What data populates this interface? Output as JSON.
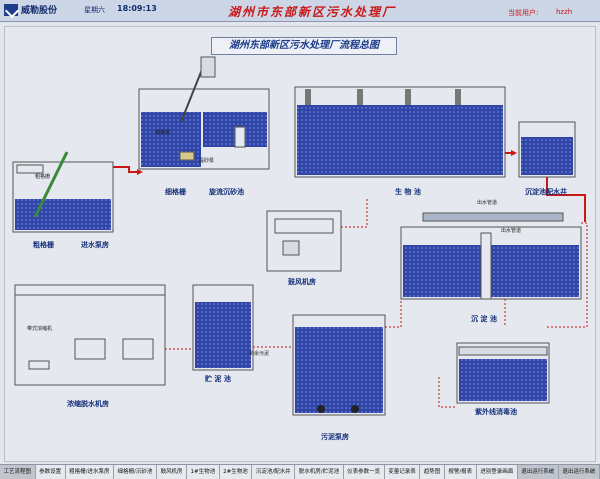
{
  "header": {
    "company": "威勒股份",
    "weekday": "星期六",
    "time": "18:09:13",
    "title": "湖州市东部新区污水处理厂",
    "user_label": "当前用户:",
    "user_name": "hzzh"
  },
  "main": {
    "subtitle": "湖州东部新区污水处理厂流程总图",
    "units": {
      "coarse_screen": "粗格栅",
      "inlet_pump": "进水泵房",
      "fine_screen": "细格栅",
      "grit_chamber": "旋流沉砂池",
      "bio_tank": "生 物 池",
      "clarifier_well": "沉淀池配水井",
      "blower_room": "鼓风机房",
      "clarifier": "沉 淀 池",
      "dewatering": "浓缩脱水机房",
      "sludge_tank": "贮 泥 池",
      "sludge_pump": "污泥泵房",
      "uv": "紫外线消毒池"
    },
    "small_labels": {
      "coarse_grid": "粗格栅",
      "fine_grid": "细格栅",
      "grit_pump": "提砂泵",
      "outlet_channel_1": "出水管道",
      "outlet_channel_2": "出水管道",
      "return_sludge": "剩余污泥",
      "dewater_machine": "带式浓缩机"
    }
  },
  "nav": [
    "工艺流程图",
    "参数设置",
    "粗格栅/进水泵房",
    "细格栅/沉砂池",
    "鼓风机房",
    "1#生物池",
    "2#生物池",
    "沉淀池/配水井",
    "脱水机房/贮泥池",
    "仪表参数一览",
    "变量记录表",
    "趋势图",
    "报警/报表",
    "进别登录画面",
    "退出运行系统",
    "退出运行系统"
  ],
  "colors": {
    "water": "#2b3f9a",
    "pipe_red": "#c81818",
    "title_red": "#c81818",
    "label_blue": "#14307a"
  }
}
